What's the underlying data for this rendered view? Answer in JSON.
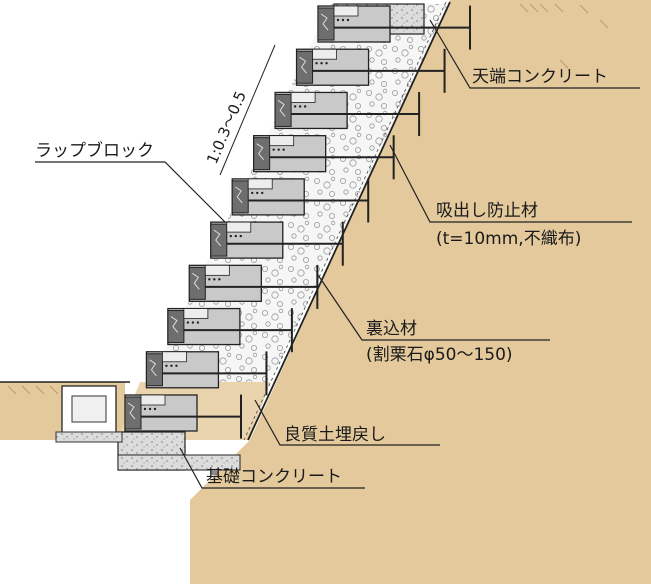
{
  "diagram": {
    "labels": {
      "crest_concrete": "天端コンクリート",
      "drain_filter": "吸出し防止材",
      "drain_filter_spec": "(t=10mm,不織布)",
      "wrap_block": "ラップブロック",
      "backfill": "裏込材",
      "backfill_spec": "(割栗石φ50～150)",
      "soil_backfill": "良質土埋戻し",
      "foundation_concrete": "基礎コンクリート",
      "slope_ratio": "1:0.3～0.5"
    },
    "block_count": 10,
    "colors": {
      "soil": "#E3C99C",
      "soil_hatch": "#B89A6B",
      "block_face": "#C9C9C9",
      "block_dark": "#6E6E6E",
      "gravel_fill": "#F4F4F4",
      "concrete": "#DCDCDC",
      "line": "#222222"
    }
  }
}
